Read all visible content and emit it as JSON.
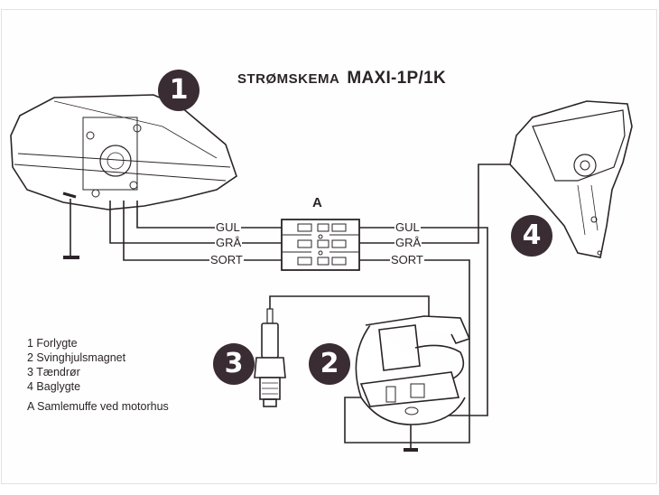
{
  "title": {
    "main": "STRØMSKEMA",
    "model": "MAXI-1P/1K"
  },
  "components": [
    {
      "number": "1",
      "name": "Forlygte"
    },
    {
      "number": "2",
      "name": "Svinghjulsmagnet"
    },
    {
      "number": "3",
      "name": "Tændrør"
    },
    {
      "number": "4",
      "name": "Baglygte"
    }
  ],
  "connector": {
    "letter": "A",
    "name": "Samlemuffe ved motorhus"
  },
  "legend": {
    "items": [
      "1 Forlygte",
      "2 Svinghjulsmagnet",
      "3 Tændrør",
      "4 Baglygte"
    ],
    "connector_line": "A Samlemuffe ved motorhus"
  },
  "wires": {
    "left": [
      "GUL",
      "GRÅ",
      "SORT"
    ],
    "right": [
      "GUL",
      "GRÅ",
      "SORT"
    ]
  },
  "colors": {
    "ink": "#2a2428",
    "badge": "#3a2c33",
    "background": "#ffffff"
  }
}
